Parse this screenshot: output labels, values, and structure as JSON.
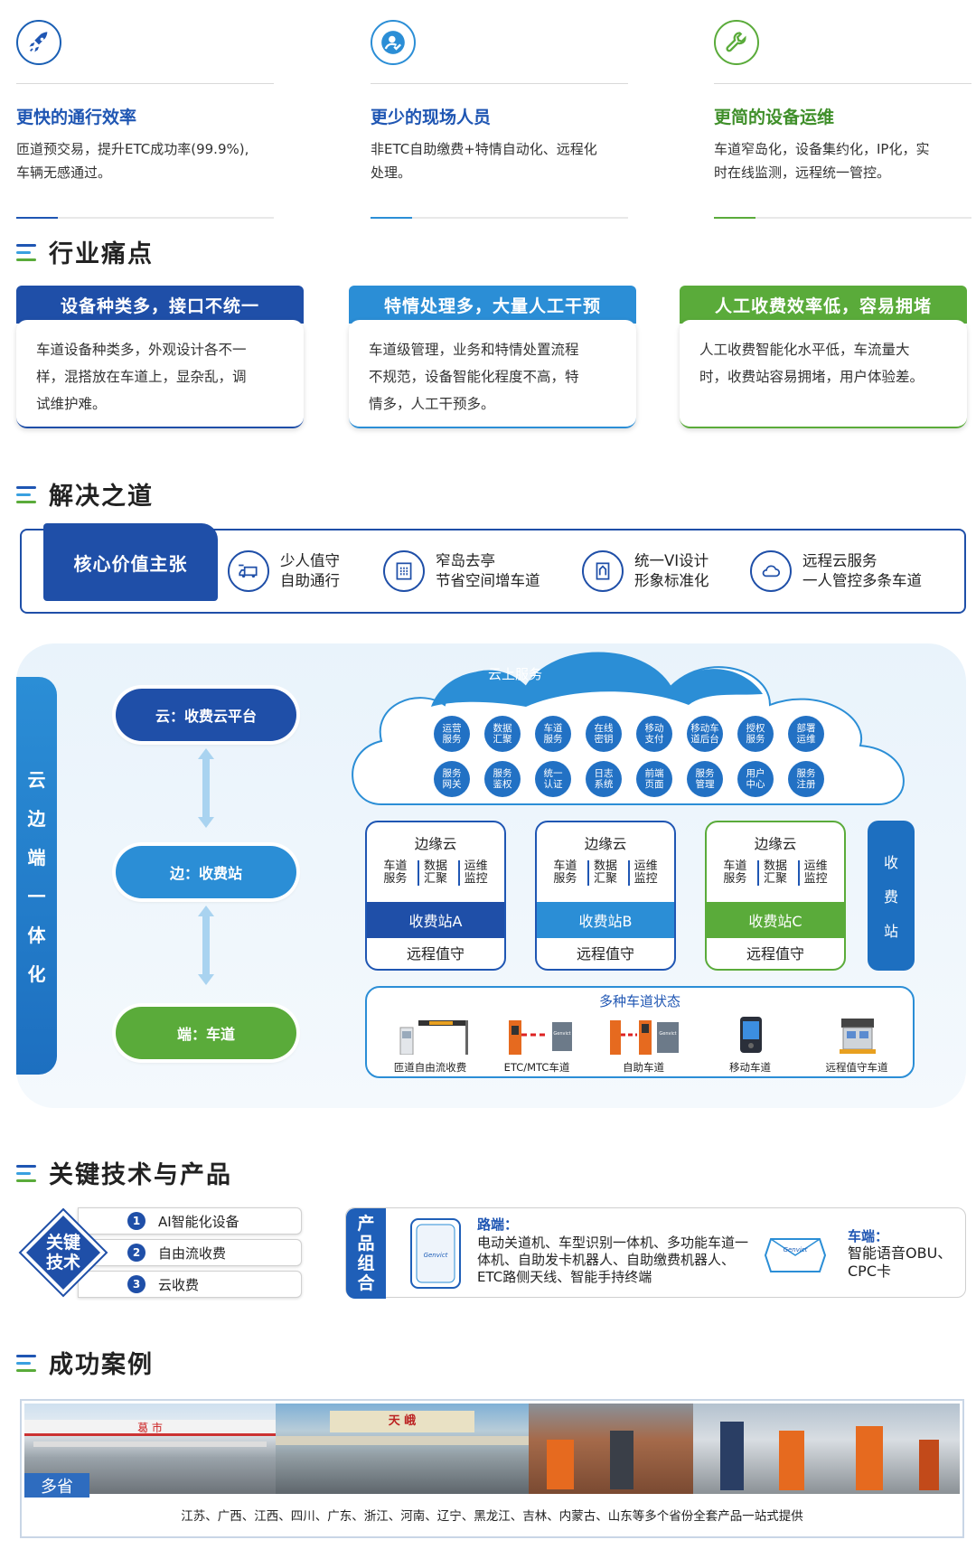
{
  "features": [
    {
      "icon": "rocket-icon",
      "title": "更快的通行效率",
      "desc_line1": "匝道预交易，提升ETC成功率(99.9%),",
      "desc_line2": "车辆无感通过。"
    },
    {
      "icon": "user-check-icon",
      "title": "更少的现场人员",
      "desc_line1": "非ETC自助缴费+特情自动化、远程化",
      "desc_line2": "处理。"
    },
    {
      "icon": "wrench-icon",
      "title": "更简的设备运维",
      "desc_line1": "车道窄岛化，设备集约化，IP化，实",
      "desc_line2": "时在线监测，远程统一管控。"
    }
  ],
  "sections": {
    "pain": "行业痛点",
    "solution": "解决之道",
    "tech": "关键技术与产品",
    "cases": "成功案例"
  },
  "pain_points": [
    {
      "title": "设备种类多，接口不统一",
      "line1": "车道设备种类多，外观设计各不一",
      "line2": "样，混搭放在车道上，显杂乱，调",
      "line3": "试维护难。",
      "color": "#1f4fa8"
    },
    {
      "title": "特情处理多，大量人工干预",
      "line1": "车道级管理，业务和特情处置流程",
      "line2": "不规范，设备智能化程度不高，特",
      "line3": "情多，人工干预多。",
      "color": "#2b8ed6"
    },
    {
      "title": "人工收费效率低，容易拥堵",
      "line1": "人工收费智能化水平低，车流量大",
      "line2": "时，收费站容易拥堵，用户体验差。",
      "line3": "",
      "color": "#5aab3a"
    }
  ],
  "core_value": {
    "badge": "核心价值主张",
    "items": [
      {
        "icon": "truck-icon",
        "line1": "少人值守",
        "line2": "自助通行"
      },
      {
        "icon": "booth-icon",
        "line1": "窄岛去亭",
        "line2": "节省空间增车道"
      },
      {
        "icon": "design-icon",
        "line1": "统一VI设计",
        "line2": "形象标准化"
      },
      {
        "icon": "cloud-icon",
        "line1": "远程云服务",
        "line2": "一人管控多条车道"
      }
    ]
  },
  "architecture": {
    "vertical_chars": [
      "云",
      "边",
      "端",
      "一",
      "体",
      "化"
    ],
    "layers": {
      "cloud": "云：收费云平台",
      "edge": "边：收费站",
      "end": "端：车道"
    },
    "cloud_title": "云上服务",
    "services_row1": [
      [
        "运营",
        "服务"
      ],
      [
        "数据",
        "汇聚"
      ],
      [
        "车道",
        "服务"
      ],
      [
        "在线",
        "密钥"
      ],
      [
        "移动",
        "支付"
      ],
      [
        "移动车",
        "道后台"
      ],
      [
        "授权",
        "服务"
      ],
      [
        "部署",
        "运维"
      ]
    ],
    "services_row2": [
      [
        "服务",
        "网关"
      ],
      [
        "服务",
        "鉴权"
      ],
      [
        "统一",
        "认证"
      ],
      [
        "日志",
        "系统"
      ],
      [
        "前端",
        "页面"
      ],
      [
        "服务",
        "管理"
      ],
      [
        "用户",
        "中心"
      ],
      [
        "服务",
        "注册"
      ]
    ],
    "edge_title": "边缘云",
    "edge_sub": [
      [
        "车道",
        "服务"
      ],
      [
        "数据",
        "汇聚"
      ],
      [
        "运维",
        "监控"
      ]
    ],
    "stations": [
      "收费站A",
      "收费站B",
      "收费站C"
    ],
    "remote": "远程值守",
    "station_side": [
      "收",
      "费",
      "站"
    ],
    "lanes_title": "多种车道状态",
    "lanes": [
      "匝道自由流收费",
      "ETC/MTC车道",
      "自助车道",
      "移动车道",
      "远程值守车道"
    ],
    "brand": "Genvict"
  },
  "key_tech": {
    "badge_line1": "关键",
    "badge_line2": "技术",
    "items": [
      {
        "num": "1",
        "label": "AI智能化设备"
      },
      {
        "num": "2",
        "label": "自由流收费"
      },
      {
        "num": "3",
        "label": "云收费"
      }
    ]
  },
  "products": {
    "tag": [
      "产",
      "品",
      "组",
      "合"
    ],
    "road_label": "路端：",
    "road_text": "电动关道机、车型识别一体机、多功能车道一体机、自助发卡机器人、自助缴费机器人、ETC路侧天线、智能手持终端",
    "vehicle_label": "车端：",
    "vehicle_text": "智能语音OBU、CPC卡",
    "brand": "Genvict"
  },
  "cases": {
    "tag": "多省",
    "sign1": "葛 市",
    "sign2": "天 峨",
    "desc": "江苏、广西、江西、四川、广东、浙江、河南、辽宁、黑龙江、吉林、内蒙古、山东等多个省份全套产品一站式提供"
  }
}
